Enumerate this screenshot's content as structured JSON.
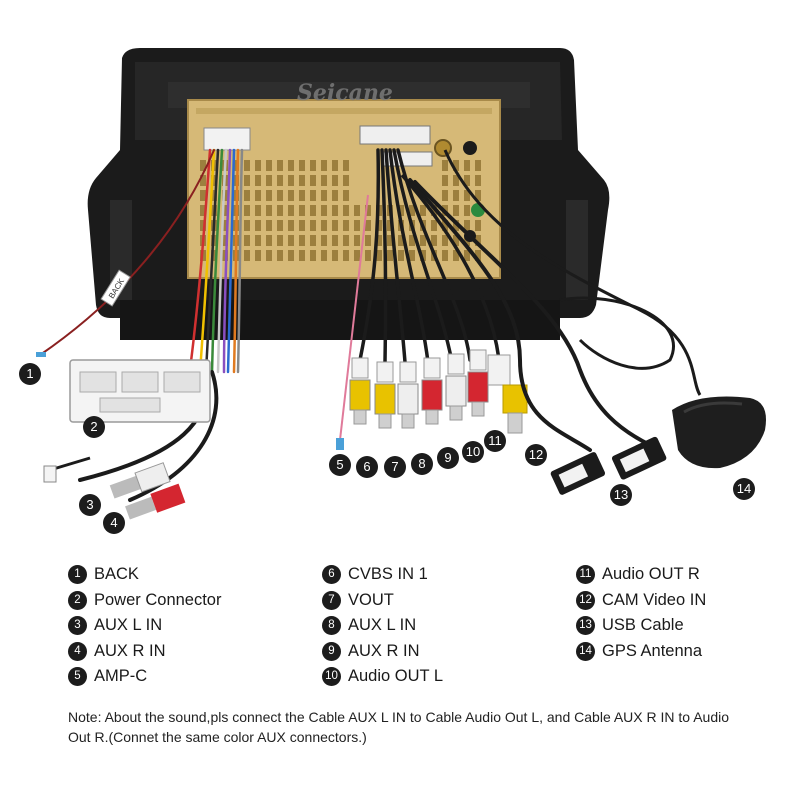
{
  "product": {
    "brand": "Seicane"
  },
  "labels": {
    "back_tag": "BACK"
  },
  "colors": {
    "callout_bg": "#1c1c1c",
    "rca_yellow": "#e8c200",
    "rca_red": "#d42630",
    "rca_white": "#eeeeee",
    "chassis_gold": "#d6b977",
    "frame_black": "#1b1b1b"
  },
  "legend": {
    "col1": [
      {
        "num": "1",
        "label": "BACK"
      },
      {
        "num": "2",
        "label": "Power Connector"
      },
      {
        "num": "3",
        "label": "AUX L IN"
      },
      {
        "num": "4",
        "label": "AUX R IN"
      },
      {
        "num": "5",
        "label": "AMP-C"
      }
    ],
    "col2": [
      {
        "num": "6",
        "label": "CVBS IN 1"
      },
      {
        "num": "7",
        "label": "VOUT"
      },
      {
        "num": "8",
        "label": "AUX L IN"
      },
      {
        "num": "9",
        "label": "AUX R IN"
      },
      {
        "num": "10",
        "label": "Audio OUT L"
      }
    ],
    "col3": [
      {
        "num": "11",
        "label": "Audio OUT R"
      },
      {
        "num": "12",
        "label": "CAM Video IN"
      },
      {
        "num": "13",
        "label": "USB Cable"
      },
      {
        "num": "14",
        "label": "GPS Antenna"
      }
    ]
  },
  "note": "Note: About the sound,pls connect the Cable AUX L IN to Cable Audio Out L, and Cable AUX R IN to Audio Out R.(Connet the same color AUX connectors.)"
}
